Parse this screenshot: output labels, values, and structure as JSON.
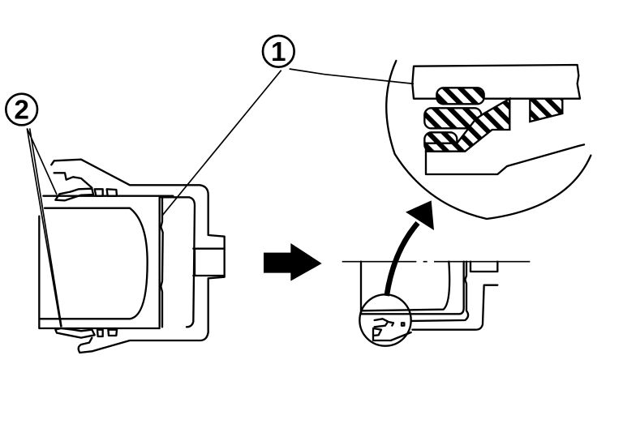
{
  "diagram": {
    "callouts": [
      {
        "id": "callout-1",
        "label": "1"
      },
      {
        "id": "callout-2",
        "label": "2"
      }
    ],
    "colors": {
      "ink": "#000000",
      "background": "#ffffff"
    }
  }
}
